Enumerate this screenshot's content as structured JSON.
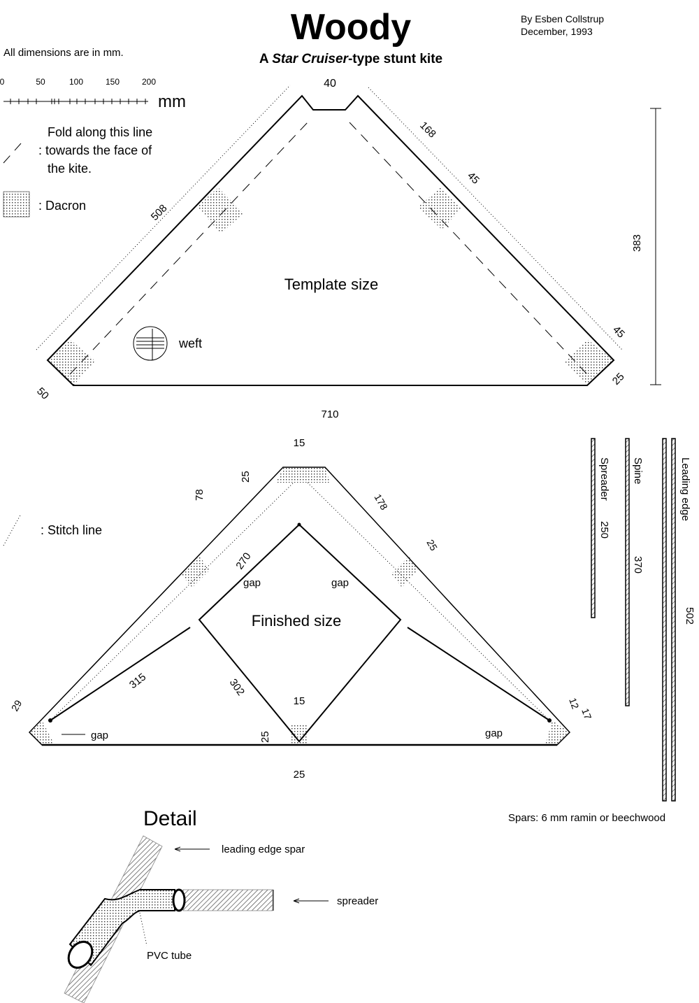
{
  "header": {
    "title": "Woody",
    "subtitle_prefix": "A ",
    "subtitle_italic": "Star Cruiser",
    "subtitle_suffix": "-type stunt kite",
    "author": "By Esben Collstrup",
    "date": "December, 1993"
  },
  "legend": {
    "units_note": "All dimensions are in mm.",
    "scale_ticks": [
      "0",
      "50",
      "100",
      "150",
      "200"
    ],
    "scale_unit": "mm",
    "fold_line_1": "Fold along this line",
    "fold_line_2": ": towards the face of",
    "fold_line_3": "the kite.",
    "dacron": ": Dacron",
    "stitch": ": Stitch line"
  },
  "template": {
    "label": "Template size",
    "weft": "weft",
    "dims": {
      "top_notch": "40",
      "right_upper": "168",
      "right_patch": "45",
      "left_edge": "508",
      "height": "383",
      "right_tip_patch": "45",
      "right_tip": "25",
      "left_tip": "50",
      "width": "710"
    }
  },
  "finished": {
    "label": "Finished size",
    "gap": "gap",
    "dims": {
      "top_width": "15",
      "top_patch": "25",
      "left_upper": "78",
      "right_upper": "178",
      "right_patch": "25",
      "upper_spar": "270",
      "lower_left": "315",
      "lower_spar": "302",
      "bottom_width": "15",
      "bottom_patch_h": "25",
      "bottom_patch_w": "25",
      "left_tip": "29",
      "right_tip_a": "12",
      "right_tip_b": "17"
    }
  },
  "spars": {
    "spreader": "Spreader",
    "spreader_len": "250",
    "spine": "Spine",
    "spine_len": "370",
    "leading_edge": "Leading edge",
    "leading_edge_len": "502",
    "note": "Spars: 6 mm ramin or beechwood"
  },
  "detail": {
    "title": "Detail",
    "leading_edge_spar": "leading edge spar",
    "spreader": "spreader",
    "pvc_tube": "PVC tube"
  }
}
